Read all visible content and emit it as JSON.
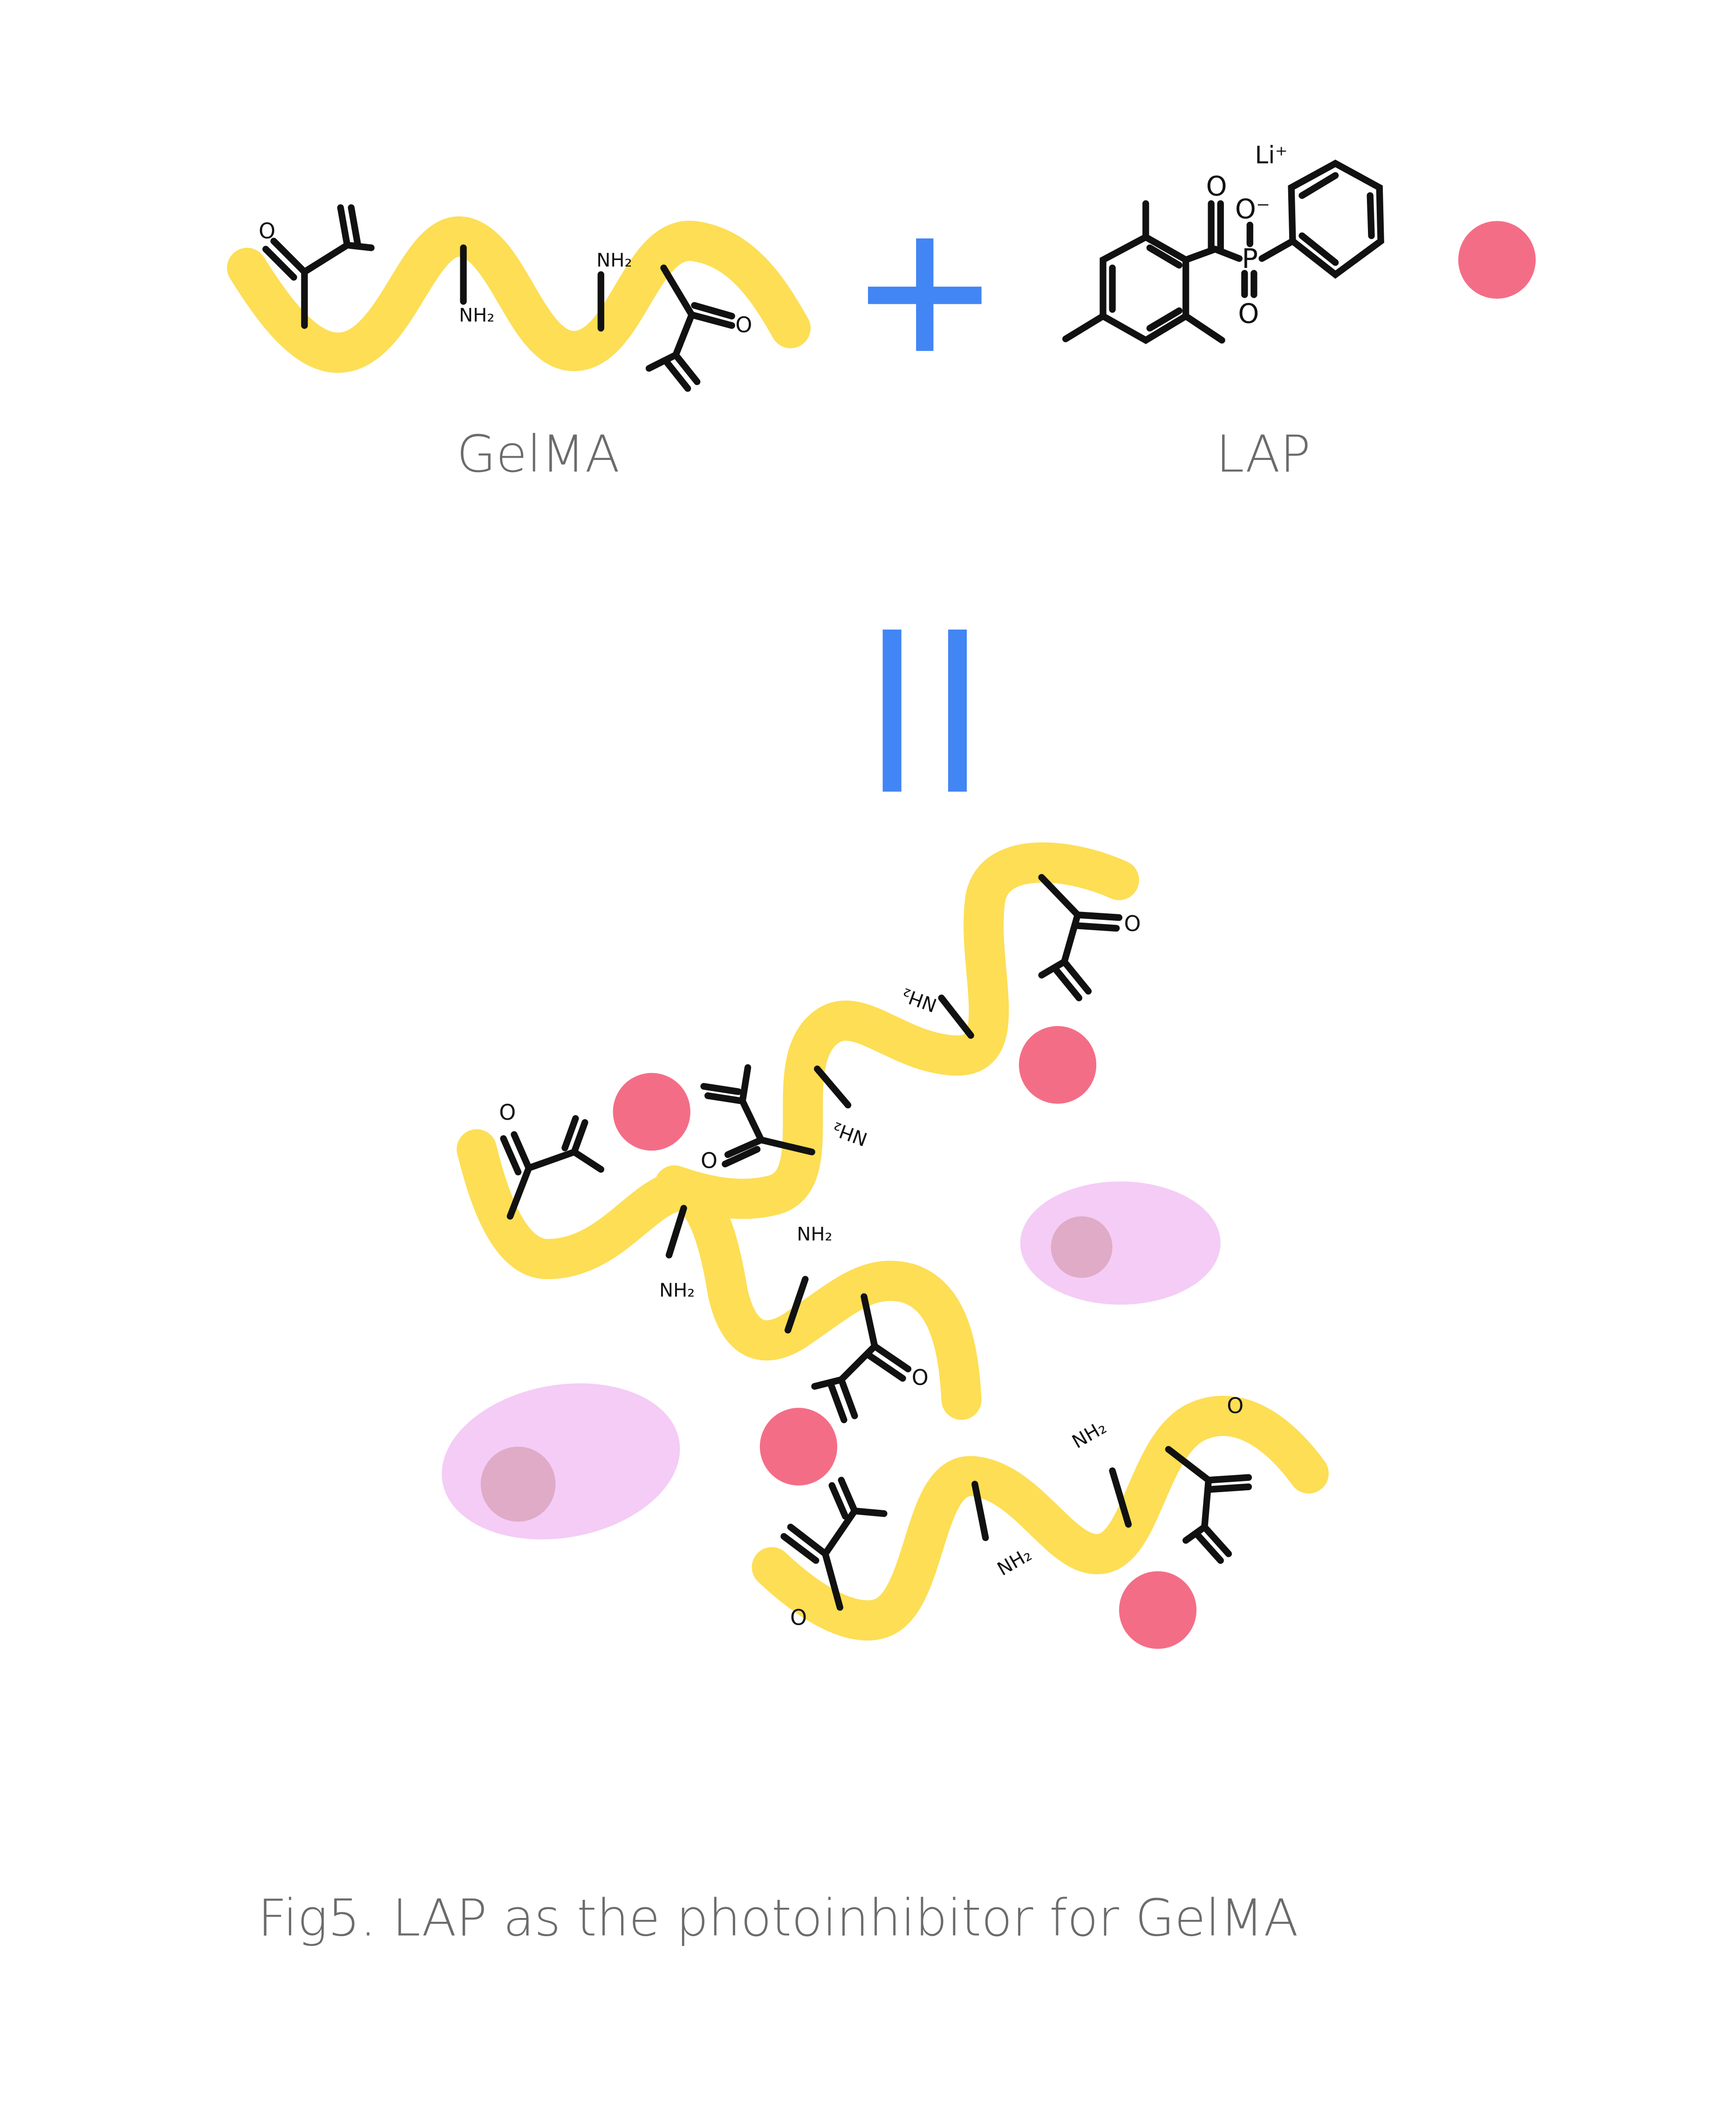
{
  "labels": {
    "gelma": "GelMA",
    "lap": "LAP",
    "li_ion": "Li⁺",
    "nh2": "NH₂",
    "o": "O",
    "o_minus": "O⁻",
    "p": "P"
  },
  "caption": "Fig5. LAP as the photoinhibitor for GelMA",
  "colors": {
    "chain": "#FDDE55",
    "lap_dot": "#F46D86",
    "operator": "#4285F4",
    "cell_body": "#F4CCF6",
    "cell_nucleus": "#DFABC6",
    "text_gray": "#6b6b6b",
    "ink": "#111111"
  },
  "operators": {
    "plus": "plus-sign",
    "equals": "equals-sign"
  }
}
